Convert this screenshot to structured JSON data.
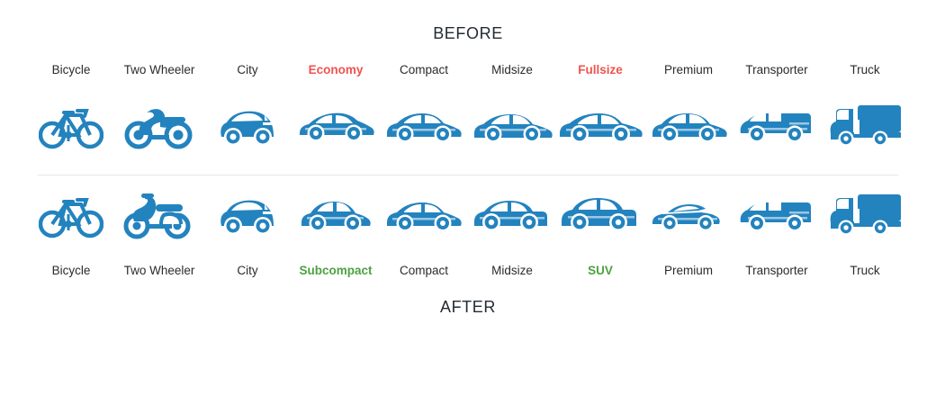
{
  "banners": {
    "before": "BEFORE",
    "after": "AFTER"
  },
  "colors": {
    "icon_blue": "#2383be",
    "highlight_red": "#ef5350",
    "highlight_green": "#4ba23f",
    "label_text": "#2b2b2b",
    "banner_text": "#252b33",
    "divider": "#e6e6e6",
    "background": "#ffffff"
  },
  "before_row": {
    "title": "BEFORE",
    "categories": [
      {
        "label": "Bicycle",
        "icon": "bicycle-icon",
        "highlight": "none"
      },
      {
        "label": "Two Wheeler",
        "icon": "motorcycle-icon",
        "highlight": "none"
      },
      {
        "label": "City",
        "icon": "city-car-icon",
        "highlight": "none"
      },
      {
        "label": "Economy",
        "icon": "hatchback-icon",
        "highlight": "red"
      },
      {
        "label": "Compact",
        "icon": "compact-car-icon",
        "highlight": "none"
      },
      {
        "label": "Midsize",
        "icon": "sedan-icon",
        "highlight": "none"
      },
      {
        "label": "Fullsize",
        "icon": "fullsize-car-icon",
        "highlight": "red"
      },
      {
        "label": "Premium",
        "icon": "premium-car-icon",
        "highlight": "none"
      },
      {
        "label": "Transporter",
        "icon": "van-icon",
        "highlight": "none"
      },
      {
        "label": "Truck",
        "icon": "truck-icon",
        "highlight": "none"
      }
    ]
  },
  "after_row": {
    "title": "AFTER",
    "categories": [
      {
        "label": "Bicycle",
        "icon": "bicycle-icon",
        "highlight": "none"
      },
      {
        "label": "Two Wheeler",
        "icon": "scooter-icon",
        "highlight": "none"
      },
      {
        "label": "City",
        "icon": "city-car-icon",
        "highlight": "none"
      },
      {
        "label": "Subcompact",
        "icon": "subcompact-car-icon",
        "highlight": "green"
      },
      {
        "label": "Compact",
        "icon": "compact-car-icon",
        "highlight": "none"
      },
      {
        "label": "Midsize",
        "icon": "midsize-wagon-icon",
        "highlight": "none"
      },
      {
        "label": "SUV",
        "icon": "suv-icon",
        "highlight": "green"
      },
      {
        "label": "Premium",
        "icon": "convertible-icon",
        "highlight": "none"
      },
      {
        "label": "Transporter",
        "icon": "van-icon",
        "highlight": "none"
      },
      {
        "label": "Truck",
        "icon": "truck-icon",
        "highlight": "none"
      }
    ]
  }
}
